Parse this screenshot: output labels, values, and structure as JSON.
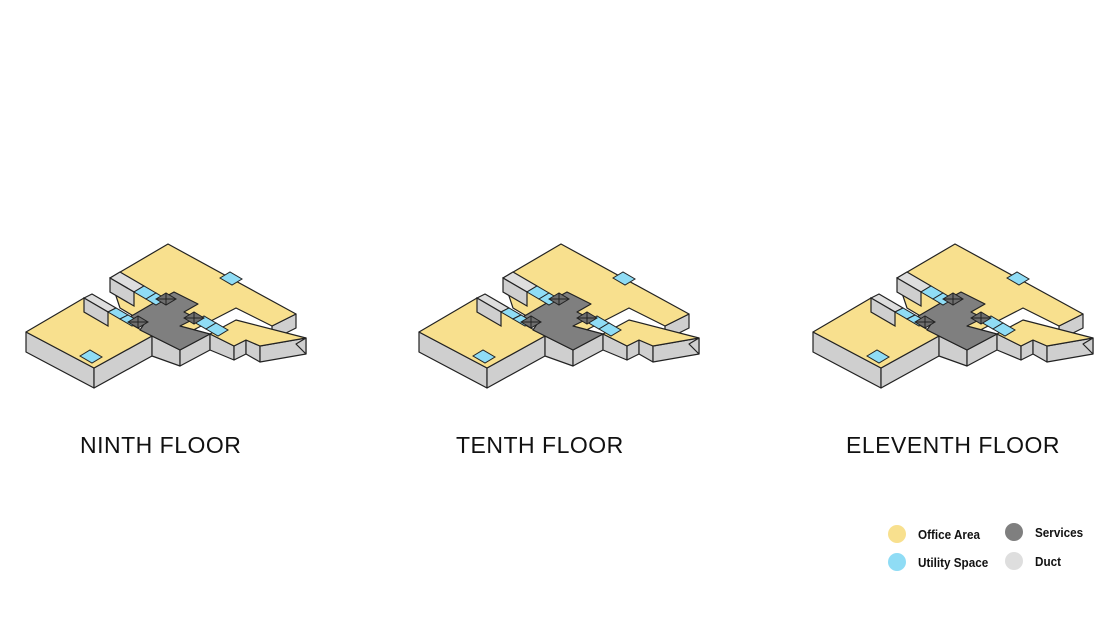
{
  "floors": [
    {
      "label": "NINTH FLOOR"
    },
    {
      "label": "TENTH FLOOR"
    },
    {
      "label": "ELEVENTH FLOOR"
    }
  ],
  "legend": [
    {
      "label": "Office Area",
      "color": "#f8e08e"
    },
    {
      "label": "Services",
      "color": "#7f7f7f"
    },
    {
      "label": "Utility Space",
      "color": "#8fdcf5"
    },
    {
      "label": "Duct",
      "color": "#dedede"
    }
  ],
  "colors": {
    "side_wall": "#cfcfcf",
    "duct_wall": "#d9d9d9",
    "outline": "#222222"
  }
}
